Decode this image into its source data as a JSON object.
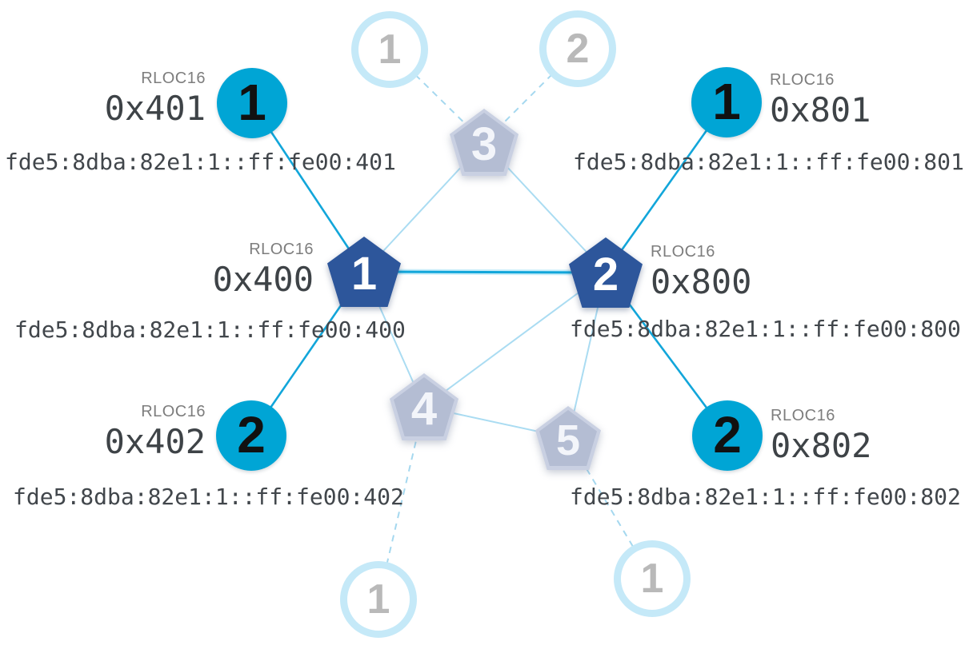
{
  "labels": {
    "rloc16": "RLOC16"
  },
  "colors": {
    "child_fill": "#00a5d5",
    "router_fill": "#2d569b",
    "faded_fill": "#b4bdd3",
    "faded_ring": "#c5e9f8",
    "link_strong": "#12a6da",
    "link_strong_halo": "#c9edf9",
    "link_weak": "#aadcf2",
    "link_dashed": "#a5d8ef"
  },
  "nodes": {
    "router_1": {
      "number": "1",
      "rloc16": "0x400",
      "address": "fde5:8dba:82e1:1::ff:fe00:400"
    },
    "router_2": {
      "number": "2",
      "rloc16": "0x800",
      "address": "fde5:8dba:82e1:1::ff:fe00:800"
    },
    "child_401": {
      "number": "1",
      "rloc16": "0x401",
      "address": "fde5:8dba:82e1:1::ff:fe00:401"
    },
    "child_402": {
      "number": "2",
      "rloc16": "0x402",
      "address": "fde5:8dba:82e1:1::ff:fe00:402"
    },
    "child_801": {
      "number": "1",
      "rloc16": "0x801",
      "address": "fde5:8dba:82e1:1::ff:fe00:801"
    },
    "child_802": {
      "number": "2",
      "rloc16": "0x802",
      "address": "fde5:8dba:82e1:1::ff:fe00:802"
    },
    "faded_router_3": {
      "number": "3"
    },
    "faded_router_4": {
      "number": "4"
    },
    "faded_router_5": {
      "number": "5"
    },
    "faded_child_top_left": {
      "number": "1"
    },
    "faded_child_top_right": {
      "number": "2"
    },
    "faded_child_bottom_left": {
      "number": "1"
    },
    "faded_child_bottom_right": {
      "number": "1"
    }
  },
  "edges": [
    {
      "from": "router_1",
      "to": "faded_router_3",
      "kind": "weak"
    },
    {
      "from": "router_2",
      "to": "faded_router_3",
      "kind": "weak"
    },
    {
      "from": "router_1",
      "to": "faded_router_4",
      "kind": "weak"
    },
    {
      "from": "router_2",
      "to": "faded_router_4",
      "kind": "weak"
    },
    {
      "from": "router_2",
      "to": "faded_router_5",
      "kind": "weak"
    },
    {
      "from": "faded_router_4",
      "to": "faded_router_5",
      "kind": "weak"
    },
    {
      "from": "faded_child_top_left",
      "to": "faded_router_3",
      "kind": "dashed"
    },
    {
      "from": "faded_child_top_right",
      "to": "faded_router_3",
      "kind": "dashed"
    },
    {
      "from": "faded_router_4",
      "to": "faded_child_bottom_left",
      "kind": "dashed"
    },
    {
      "from": "faded_router_5",
      "to": "faded_child_bottom_right",
      "kind": "dashed"
    },
    {
      "from": "child_401",
      "to": "router_1",
      "kind": "strong"
    },
    {
      "from": "child_402",
      "to": "router_1",
      "kind": "strong"
    },
    {
      "from": "child_801",
      "to": "router_2",
      "kind": "strong"
    },
    {
      "from": "child_802",
      "to": "router_2",
      "kind": "strong"
    },
    {
      "from": "router_1",
      "to": "router_2",
      "kind": "strong-main"
    }
  ]
}
